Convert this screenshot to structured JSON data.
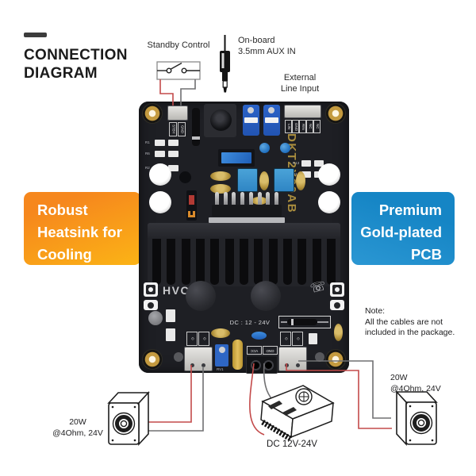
{
  "header": {
    "line1": "CONNECTION",
    "line2": "DIAGRAM"
  },
  "callouts": {
    "standby_control": "Standby Control",
    "aux_line1": "On-board",
    "aux_line2": "3.5mm AUX IN",
    "line_input_line1": "External",
    "line_input_line2": "Line Input"
  },
  "banner_left": {
    "line1": "Robust",
    "line2": "Heatsink for",
    "line3": "Cooling",
    "color_top": "#f6871d",
    "color_bottom": "#fbb116"
  },
  "banner_right": {
    "line1": "Premium",
    "line2": "Gold-plated",
    "line3": "PCB",
    "color": "#1585c5"
  },
  "board": {
    "model": "DKT2X20AB",
    "brand": "HVCC",
    "power_label": "DC : 12 - 24V",
    "pins_standby": [
      "STBY",
      "GND"
    ],
    "pins_line_in": [
      "LIN",
      "GND",
      "RIN",
      "NC",
      "NC"
    ],
    "pins_power": [
      "VCC",
      "GND"
    ],
    "silkscreen": [
      "R1",
      "R6",
      "R2",
      "RV1",
      "R13",
      "R14"
    ]
  },
  "note": {
    "line1": "Note:",
    "line2": "All the cables are not",
    "line3": "included in the package."
  },
  "speaker_left": {
    "line1": "20W",
    "line2": "@4Ohm, 24V"
  },
  "speaker_right": {
    "line1": "20W",
    "line2": "@4Ohm, 24V"
  },
  "psu": {
    "label": "DC 12V-24V"
  },
  "icons": {
    "phone": "☏"
  },
  "colors": {
    "wire_red": "#c34a4a",
    "wire_gray": "#707072",
    "gold": "#c49a3f",
    "board": "#1e1f24",
    "blue_component": "#2b63c8"
  }
}
